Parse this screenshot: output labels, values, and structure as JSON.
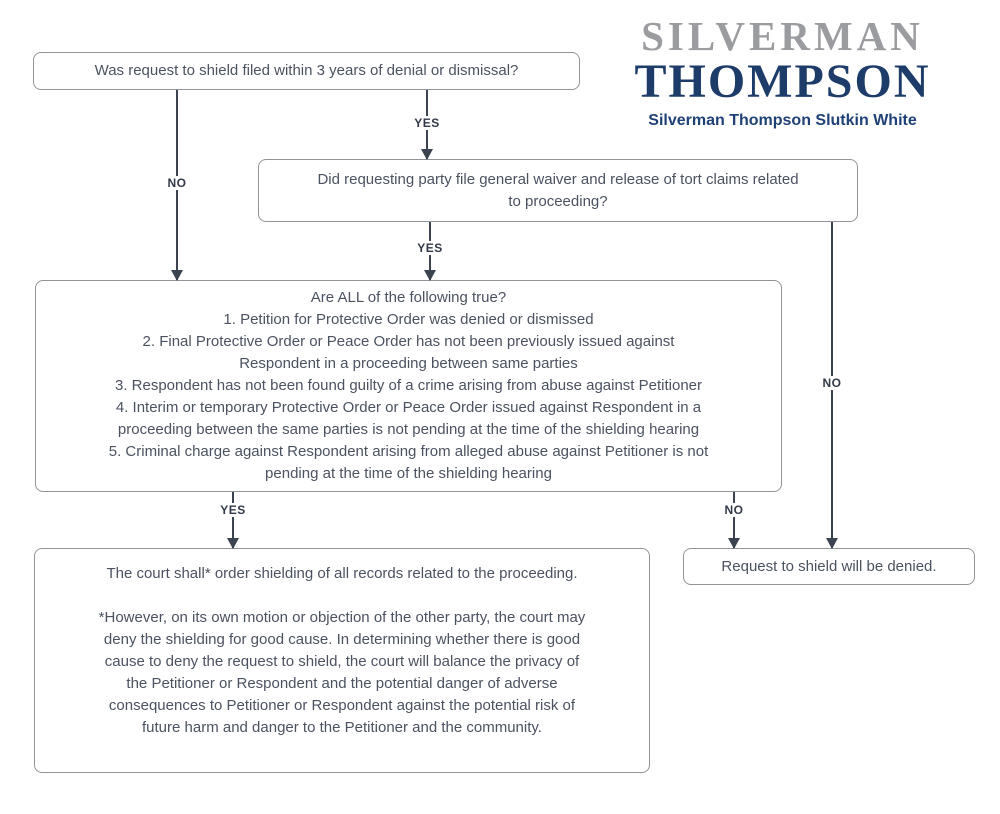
{
  "logo": {
    "line1": "SILVERMAN",
    "line2": "THOMPSON",
    "tagline": "Silverman Thompson Slutkin White",
    "line1_color": "#9a9ca0",
    "line2_color": "#1d3c69",
    "tagline_color": "#1f4176"
  },
  "flowchart": {
    "colors": {
      "line": "#3b4351",
      "box_border": "#909498",
      "box_text": "#4b5260",
      "edge_label": "#323a48",
      "background": "#ffffff"
    },
    "nodes": {
      "q1": {
        "text": "Was request to shield filed within 3 years of denial or dismissal?"
      },
      "q2": {
        "text": "Did requesting party file general waiver and release of tort claims related\nto proceeding?"
      },
      "q3": {
        "title": "Are ALL of the following true?",
        "items": [
          "1. Petition for Protective Order was denied or dismissed",
          "2. Final Protective Order or Peace Order has not been previously issued against\nRespondent in a proceeding between same parties",
          "3. Respondent has not been found guilty of a crime arising from abuse against Petitioner",
          "4. Interim or temporary Protective Order or Peace Order issued against Respondent in a\nproceeding between the same parties is not pending at the time of the shielding hearing",
          "5. Criminal charge against Respondent arising from alleged abuse against Petitioner is not\npending at the time of the shielding hearing"
        ]
      },
      "outcome_granted": {
        "line1": "The court shall* order shielding of all records related to the proceeding.",
        "line2": "*However, on its own motion or objection of the other party, the court may\ndeny the shielding for good cause. In determining whether there is good\ncause to deny the request to shield, the court will balance the privacy of\nthe Petitioner or Respondent and the potential danger of adverse\nconsequences to Petitioner or Respondent against the potential risk of\nfuture harm and danger to the Petitioner and the community."
      },
      "outcome_denied": {
        "text": "Request to shield will be denied."
      }
    },
    "edges": [
      {
        "from": "q1",
        "to": "q2",
        "label": "YES"
      },
      {
        "from": "q1",
        "to": "q3",
        "label": "NO"
      },
      {
        "from": "q2",
        "to": "q3",
        "label": "YES"
      },
      {
        "from": "q2",
        "to": "outcome_denied",
        "label": "NO"
      },
      {
        "from": "q3",
        "to": "outcome_granted",
        "label": "YES"
      },
      {
        "from": "q3",
        "to": "outcome_denied",
        "label": "NO"
      }
    ]
  }
}
